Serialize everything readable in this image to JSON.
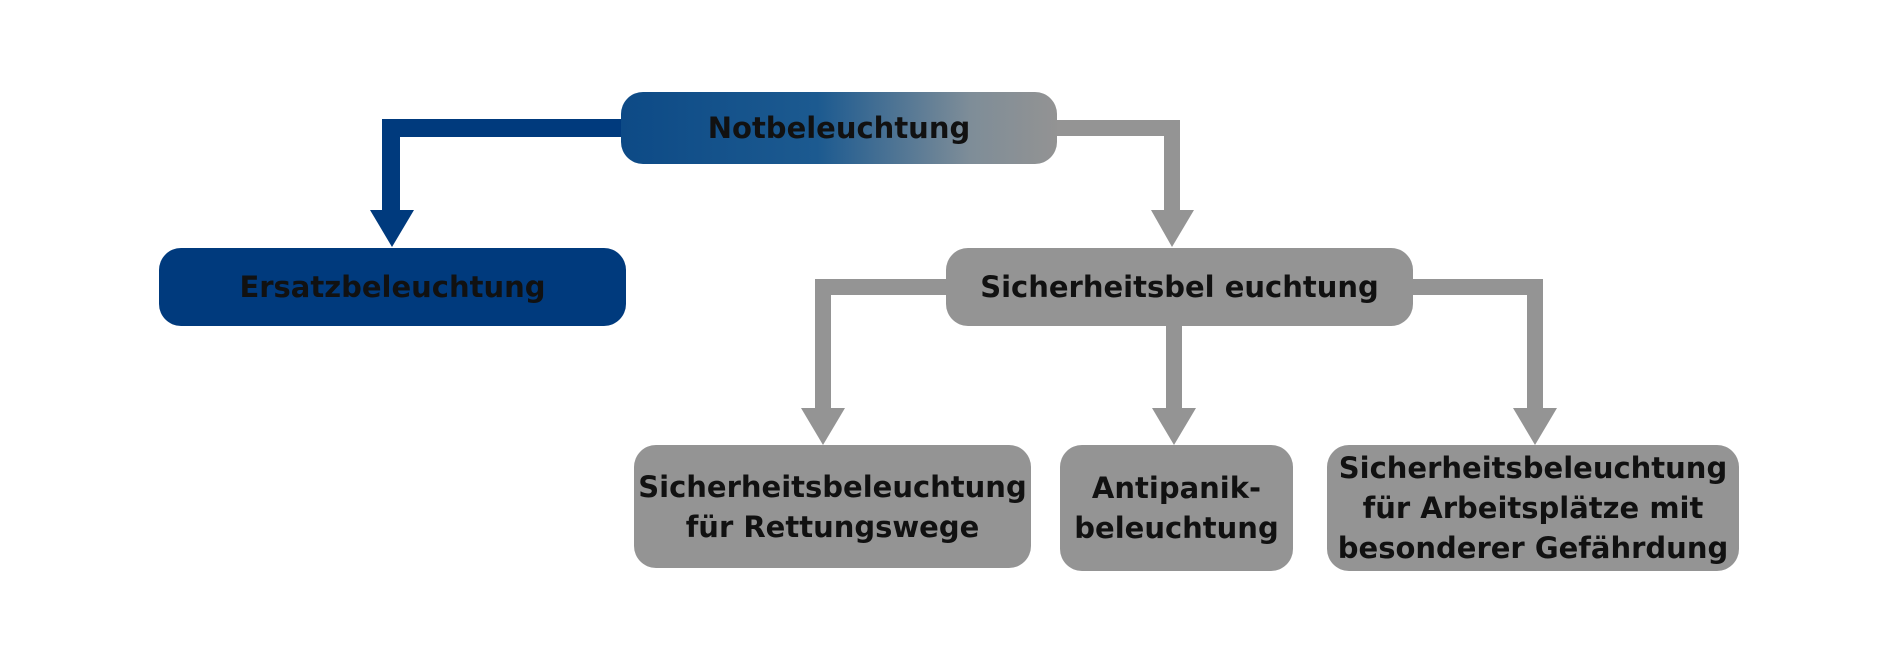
{
  "colors": {
    "blue": "#003a7d",
    "grey": "#949494",
    "text": "#111111"
  },
  "nodes": {
    "root": "Notbeleuchtung",
    "ersatz": "Ersatzbeleuchtung",
    "sicherheit": "Sicherheitsbel euchtung",
    "rettungswege": [
      "Sicherheitsbeleuchtung",
      "für Rettungswege"
    ],
    "antipanik": [
      "Antipanik-",
      "beleuchtung"
    ],
    "arbeitsplaetze": [
      "Sicherheitsbeleuchtung",
      "für Arbeitsplätze mit",
      "besonderer Gefährdung"
    ]
  },
  "edges": [
    {
      "from": "root",
      "to": "ersatz",
      "color": "blue"
    },
    {
      "from": "root",
      "to": "sicherheit",
      "color": "grey"
    },
    {
      "from": "sicherheit",
      "to": "rettungswege",
      "color": "grey"
    },
    {
      "from": "sicherheit",
      "to": "antipanik",
      "color": "grey"
    },
    {
      "from": "sicherheit",
      "to": "arbeitsplaetze",
      "color": "grey"
    }
  ]
}
